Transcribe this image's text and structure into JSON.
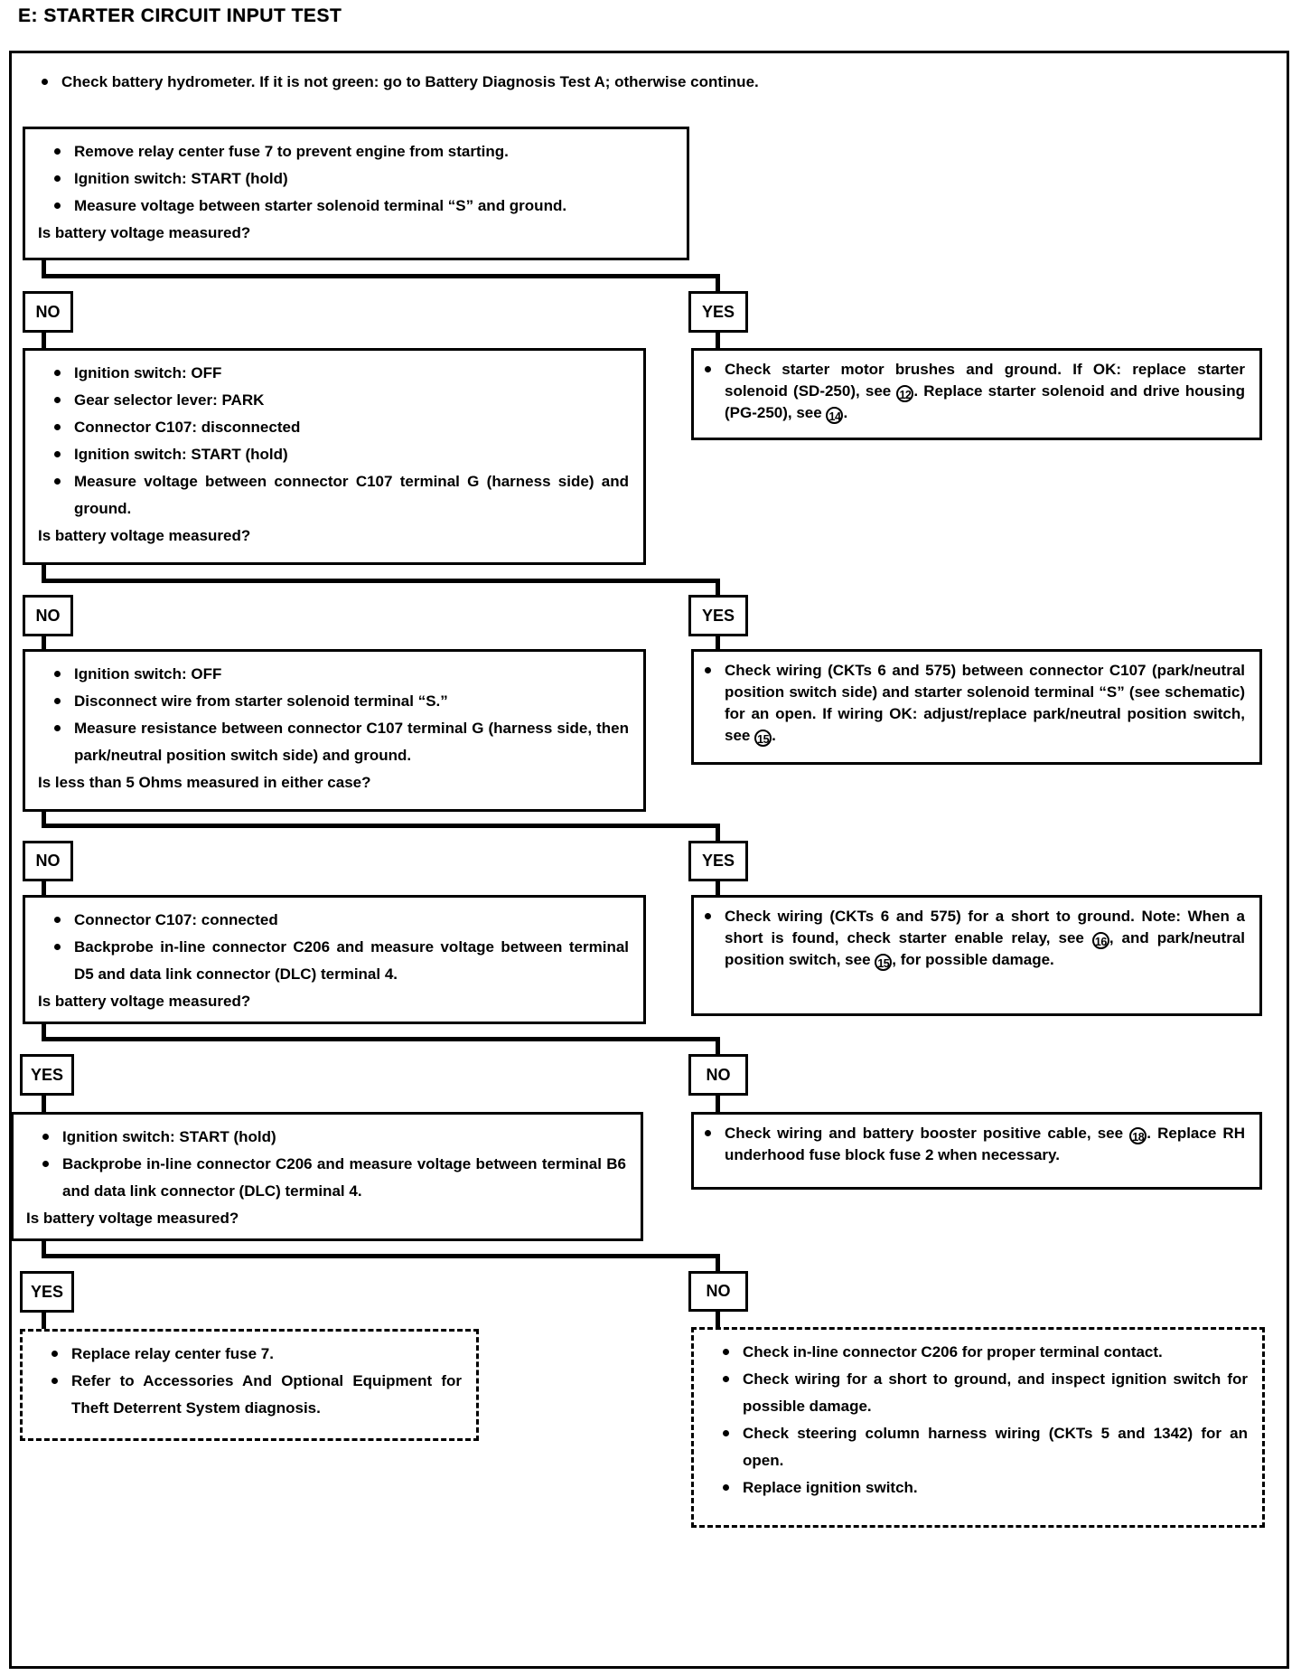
{
  "title": "E:  STARTER CIRCUIT INPUT TEST",
  "intro": "Check battery hydrometer.  If it is not green:  go to Battery Diagnosis Test A;  otherwise continue.",
  "labels": {
    "no": "NO",
    "yes": "YES"
  },
  "nodes": {
    "step1": {
      "bullets": [
        "Remove relay center fuse 7 to prevent engine from starting.",
        "Ignition switch:  START (hold)",
        "Measure voltage between starter solenoid terminal “S” and ground."
      ],
      "question": "Is battery voltage measured?"
    },
    "yes1": {
      "segments": [
        {
          "text": "Check starter motor brushes and ground. If OK: replace starter solenoid (SD-250), see "
        },
        {
          "circle": "12"
        },
        {
          "text": ". Replace starter solenoid and drive housing (PG-250), see "
        },
        {
          "circle": "14"
        },
        {
          "text": "."
        }
      ]
    },
    "step2": {
      "bullets": [
        "Ignition switch:  OFF",
        "Gear selector lever:  PARK",
        "Connector C107:  disconnected",
        "Ignition switch:  START (hold)",
        "Measure voltage between connector C107 terminal G (harness side) and ground."
      ],
      "question": "Is battery voltage measured?"
    },
    "yes2": {
      "segments": [
        {
          "text": "Check wiring (CKTs 6 and 575) between connector C107 (park/neutral position switch side) and starter solenoid terminal “S” (see schematic) for an open. If wiring OK: adjust/replace park/neutral position switch, see "
        },
        {
          "circle": "15"
        },
        {
          "text": "."
        }
      ]
    },
    "step3": {
      "bullets": [
        "Ignition switch:  OFF",
        "Disconnect wire from starter solenoid terminal “S.”",
        "Measure resistance between connector C107 terminal G (harness side, then park/neutral position switch side) and ground."
      ],
      "question": "Is less than 5 Ohms measured in either case?"
    },
    "yes3": {
      "segments": [
        {
          "text": "Check wiring (CKTs 6 and 575) for a short to ground. Note: When a short is found, check starter enable relay, see "
        },
        {
          "circle": "16"
        },
        {
          "text": ", and park/neutral position switch, see "
        },
        {
          "circle": "15"
        },
        {
          "text": ", for possible damage."
        }
      ]
    },
    "step4": {
      "bullets": [
        "Connector C107:  connected",
        "Backprobe in-line connector C206 and measure voltage between terminal D5 and data link connector (DLC) terminal 4."
      ],
      "question": "Is battery voltage measured?"
    },
    "no4": {
      "segments": [
        {
          "text": "Check wiring and battery booster positive cable, see "
        },
        {
          "circle": "18"
        },
        {
          "text": ". Replace RH underhood fuse block fuse 2 when necessary."
        }
      ]
    },
    "step5": {
      "bullets": [
        "Ignition switch:  START (hold)",
        "Backprobe in-line connector C206 and measure voltage between terminal B6 and data link connector (DLC) terminal 4."
      ],
      "question": "Is battery voltage measured?"
    },
    "yes5": {
      "bullets": [
        "Replace relay center fuse 7.",
        "Refer to Accessories And Optional Equipment for Theft Deterrent System diagnosis."
      ]
    },
    "no5": {
      "bullets": [
        "Check in-line connector C206 for proper terminal contact.",
        "Check wiring for a short to ground, and inspect ignition switch for possible damage.",
        "Check steering column harness wiring (CKTs 5 and 1342) for an open.",
        "Replace ignition switch."
      ]
    }
  }
}
